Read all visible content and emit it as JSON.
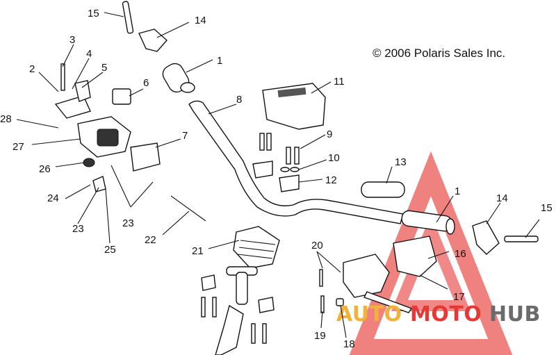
{
  "copyright": "© 2006 Polaris Sales Inc.",
  "watermark": {
    "prefix": "AUTO",
    "middle": "MOTO",
    "suffix": "HUB",
    "colors": {
      "red": "#e53935",
      "gray": "#6b6b6b",
      "orange": "#f2b13c"
    }
  },
  "callouts": {
    "c15a": "15",
    "c14a": "14",
    "c1a": "1",
    "c3": "3",
    "c4": "4",
    "c2": "2",
    "c5": "5",
    "c6": "6",
    "c8": "8",
    "c11": "11",
    "c28": "28",
    "c27": "27",
    "c7": "7",
    "c9": "9",
    "c10": "10",
    "c26": "26",
    "c13": "13",
    "c12": "12",
    "c24": "24",
    "c23a": "23",
    "c23b": "23",
    "c1b": "1",
    "c14b": "14",
    "c15b": "15",
    "c25": "25",
    "c22": "22",
    "c21": "21",
    "c20": "20",
    "c16": "16",
    "c17": "17",
    "c19": "19",
    "c18": "18"
  }
}
